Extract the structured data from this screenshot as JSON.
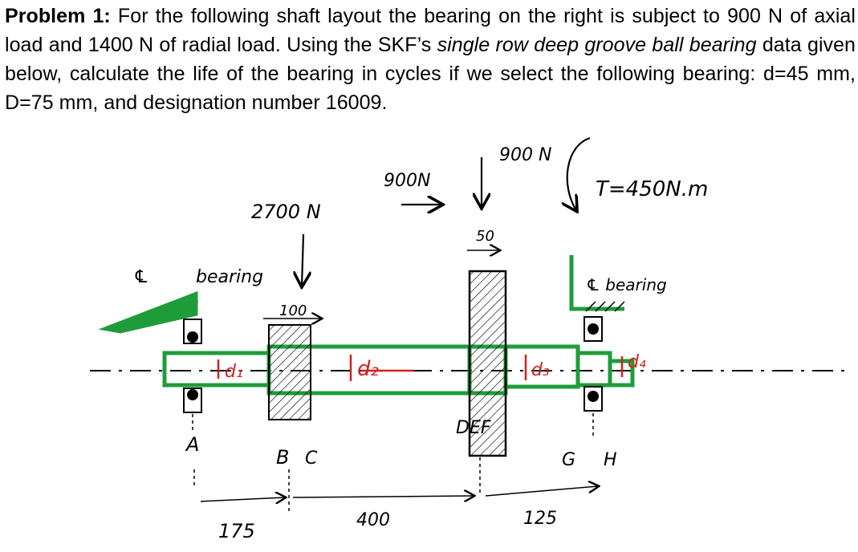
{
  "problem": {
    "label": "Problem 1:",
    "t1": " For the following shaft layout the bearing on the right is subject to 900 N of axial load and 1400 N of radial load. Using the SKF’s ",
    "italic": "single row deep groove ball bearing",
    "t2": " data given below, calculate the life of the bearing in cycles if we select the following bearing: d=45 mm,  D=75 mm, and designation number 16009."
  },
  "sketch": {
    "load_2700": "2700 N",
    "load_900_axial": "900N",
    "load_900_radial": "900 N",
    "torque": "T=450N.m",
    "centerline_left": "℄",
    "bearing_left": "bearing",
    "bearing_right": "℄ bearing",
    "dim_100": "100",
    "dim_50": "50",
    "dim_175": "175",
    "dim_400": "400",
    "dim_125": "125",
    "d1": "d₁",
    "d2": "d₂",
    "d3": "d₃",
    "d4": "d₄",
    "pt_A": "A",
    "pt_B": "B",
    "pt_C": "C",
    "pt_DEF": "DEF",
    "pt_G": "G",
    "pt_H": "H"
  },
  "colors": {
    "sketch_green": "#1f9c3a",
    "dim_red": "#d32020",
    "ink": "#000000"
  }
}
